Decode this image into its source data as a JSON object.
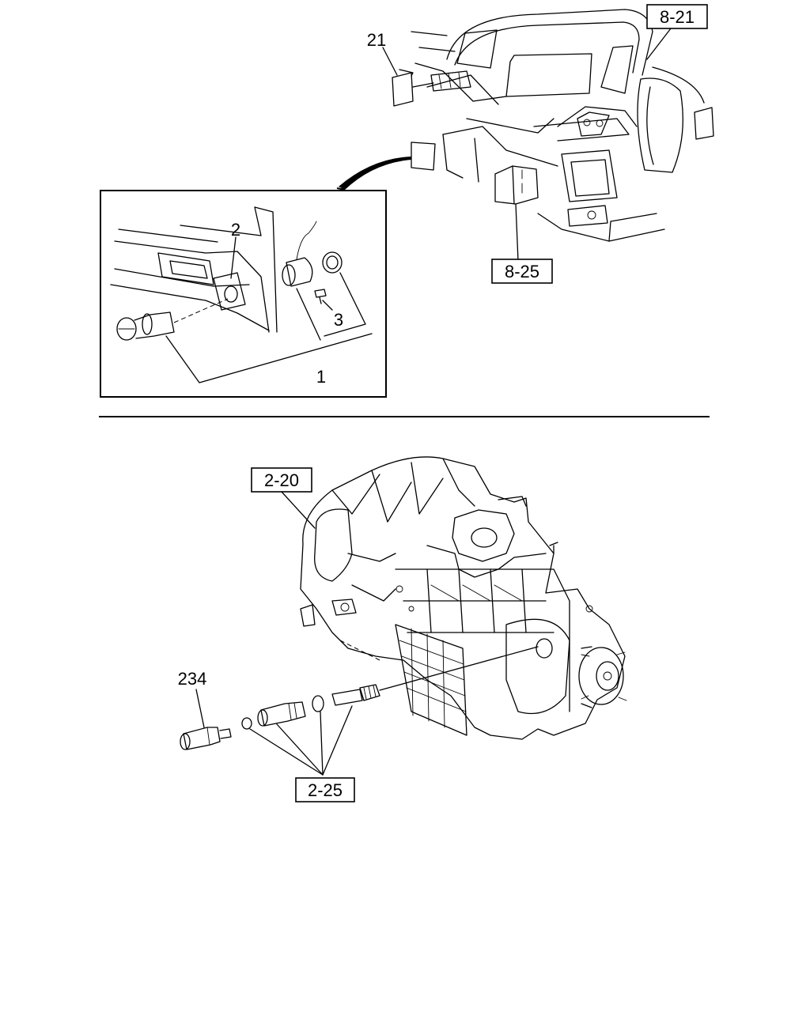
{
  "callouts": {
    "dash_ref": "8-21",
    "switch_ref": "8-25",
    "trans_ref": "2-20",
    "sensor_ref": "2-25"
  },
  "part_numbers": {
    "p21": "21",
    "p2": "2",
    "p3": "3",
    "p1": "1",
    "p234": "234"
  }
}
